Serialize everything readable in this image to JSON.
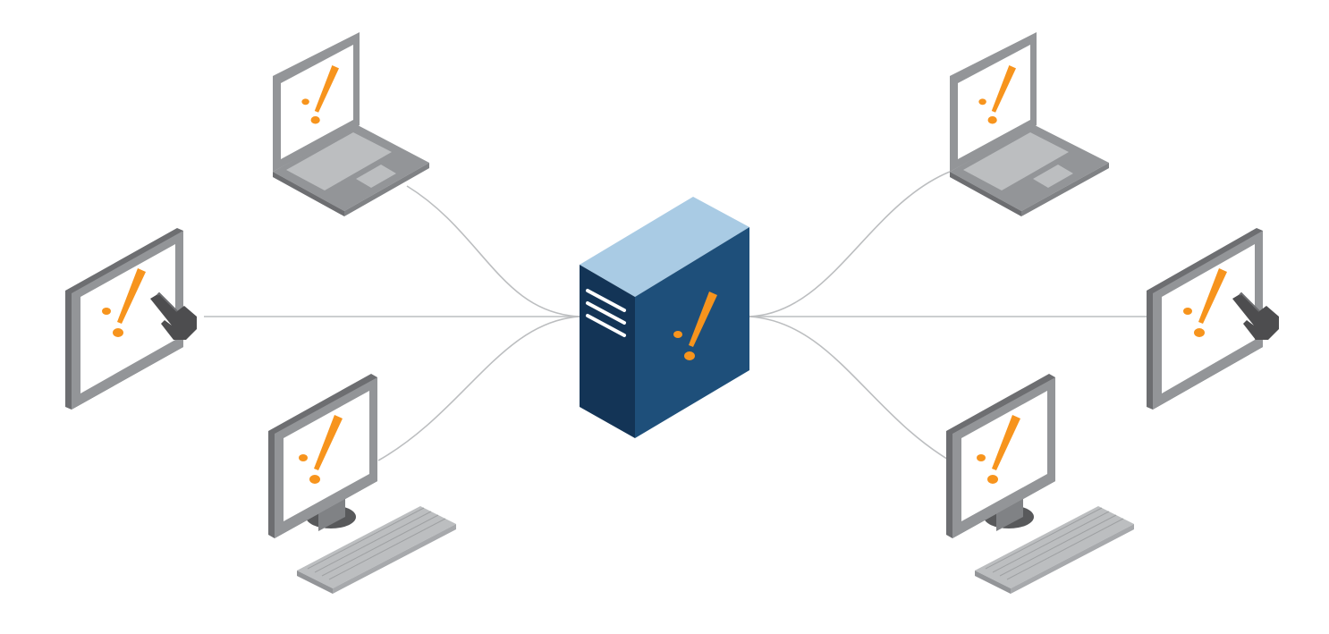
{
  "diagram": {
    "type": "network-topology",
    "hub": {
      "device": "server",
      "icon": "logo-mark-icon"
    },
    "clients": [
      {
        "device": "laptop",
        "side": "left",
        "position": "top",
        "icon": "logo-mark-icon"
      },
      {
        "device": "touch-monitor",
        "side": "left",
        "position": "middle",
        "icon": "logo-mark-icon"
      },
      {
        "device": "desktop",
        "side": "left",
        "position": "bottom",
        "icon": "logo-mark-icon"
      },
      {
        "device": "laptop",
        "side": "right",
        "position": "top",
        "icon": "logo-mark-icon"
      },
      {
        "device": "touch-monitor",
        "side": "right",
        "position": "middle",
        "icon": "logo-mark-icon"
      },
      {
        "device": "desktop",
        "side": "right",
        "position": "bottom",
        "icon": "logo-mark-icon"
      }
    ]
  },
  "colors": {
    "background": "#ffffff",
    "server_top": "#a9cbe4",
    "server_front": "#1e4f7a",
    "server_side": "#133456",
    "accent": "#f7941d",
    "device_frame": "#939598",
    "device_frame_dark": "#6d6e71",
    "device_screen": "#ffffff",
    "keyboard": "#bcbec0",
    "cable": "#bcbec0",
    "hand": "#4d4d4f"
  }
}
